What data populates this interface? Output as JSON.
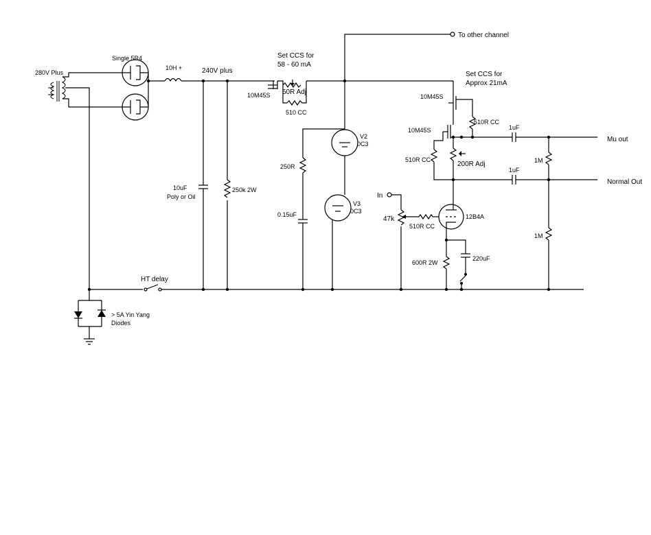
{
  "labels": {
    "to_other_channel": "To other channel",
    "set_ccs_58_60_line1": "Set CCS for",
    "set_ccs_58_60_line2": "58 - 60 mA",
    "set_ccs_21_line1": "Set CCS for",
    "set_ccs_21_line2": "Approx 21mA",
    "single_5r4": "Single 5R4",
    "v280_plus": "280V Plus",
    "choke_10h": "10H +",
    "v240_plus": "240V plus",
    "r_50r_adj": "50R Adj",
    "mosfet_10m45s_a": "10M45S",
    "r_510cc_a": "510 CC",
    "mosfet_10m45s_b": "10M45S",
    "r_510rcc_b": "510R CC",
    "mosfet_10m45s_c": "10M45S",
    "r_510rcc_c": "510R CC",
    "r_200r_adj": "200R Adj",
    "cap_1uf_a": "1uF",
    "cap_1uf_b": "1uF",
    "r_1m_a": "1M",
    "r_1m_b": "1M",
    "mu_out": "Mu out",
    "normal_out": "Normal Out",
    "v2_name": "V2",
    "v2_type": "0C3",
    "v3_name": "V3",
    "v3_type": "0C3",
    "r_250r": "250R",
    "cap_015uf": "0.15uF",
    "cap_10uf_line1": "10uF",
    "cap_10uf_line2": "Poly or Oil",
    "r_250k_2w": "250k 2W",
    "input_in": "In",
    "pot_47k": "47k",
    "r_510rcc_grid": "510R CC",
    "tube_12b4a": "12B4A",
    "r_600r_2w": "600R 2W",
    "cap_220uf": "220uF",
    "ht_delay": "HT delay",
    "diodes_line1": "> 5A Yin Yang",
    "diodes_line2": "Diodes"
  }
}
